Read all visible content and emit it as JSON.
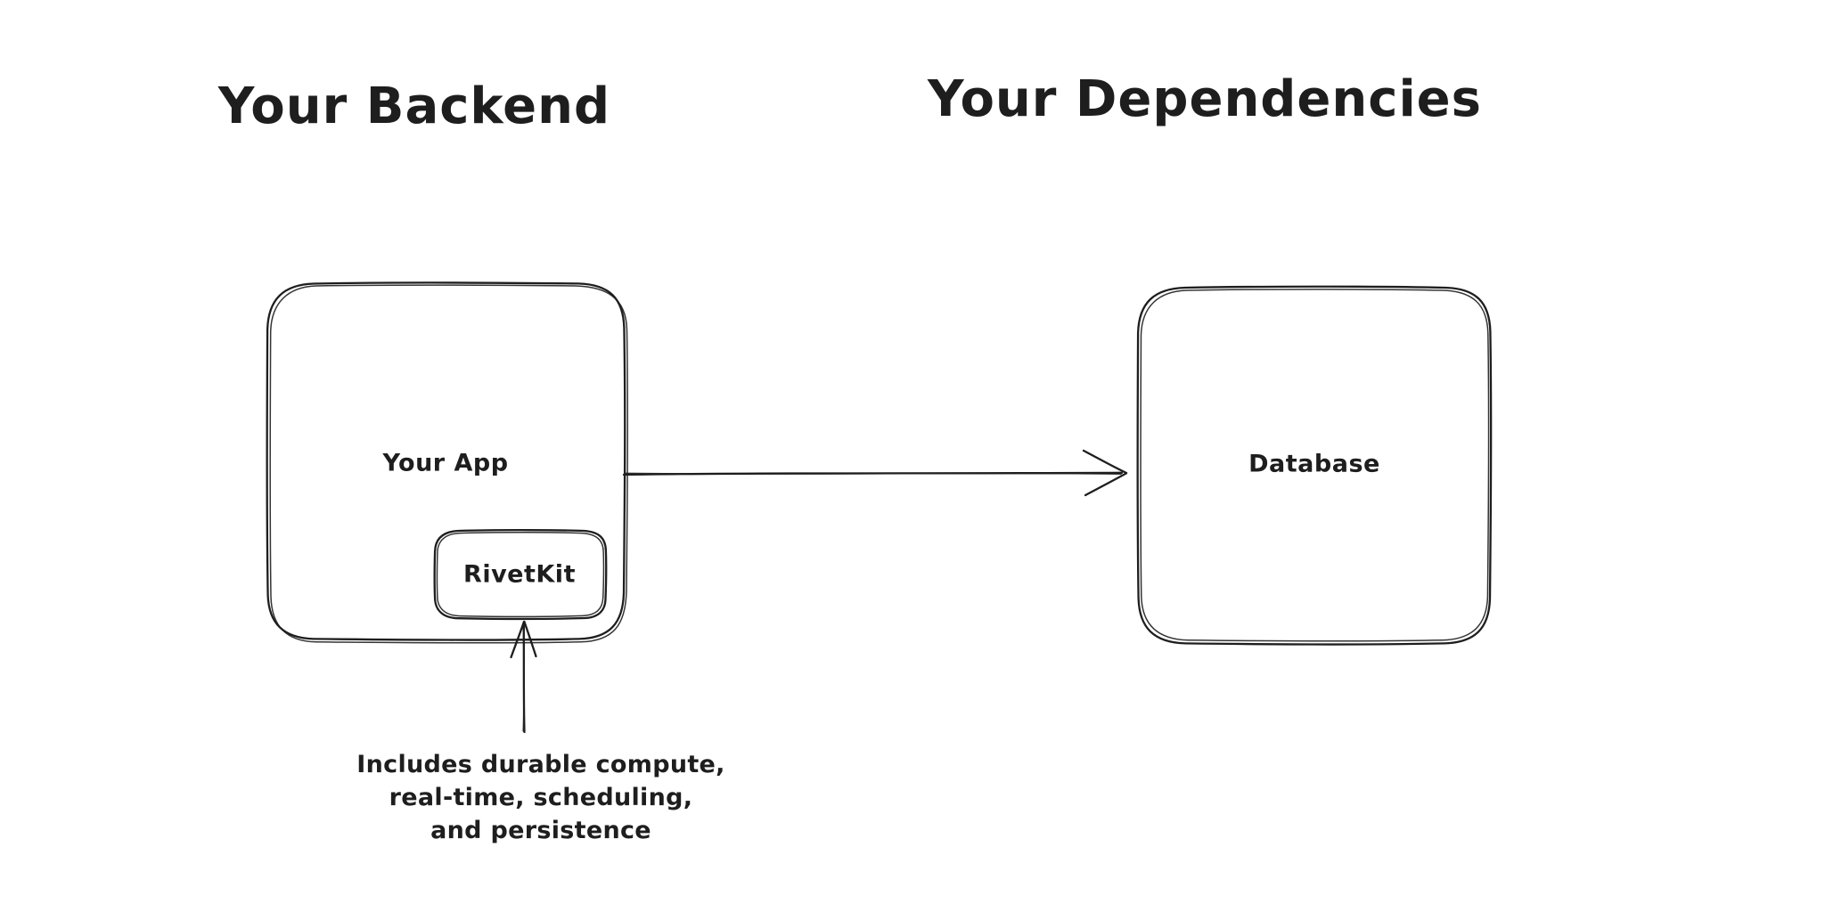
{
  "diagram": {
    "background": "#ffffff",
    "stroke_color": "#1e1e1e",
    "sections": {
      "backend": {
        "title": "Your Backend"
      },
      "dependencies": {
        "title": "Your Dependencies"
      }
    },
    "nodes": {
      "your_app": {
        "label": "Your App"
      },
      "rivetkit": {
        "label": "RivetKit"
      },
      "database": {
        "label": "Database"
      }
    },
    "annotation": {
      "lines": [
        "Includes durable compute,",
        "real-time, scheduling,",
        "and persistence"
      ]
    },
    "connections": [
      {
        "id": "app-to-database",
        "from": "your_app",
        "to": "database",
        "style": "arrow-right"
      },
      {
        "id": "annotation-to-rivetkit",
        "from": "annotation",
        "to": "rivetkit",
        "style": "arrow-up"
      }
    ]
  }
}
